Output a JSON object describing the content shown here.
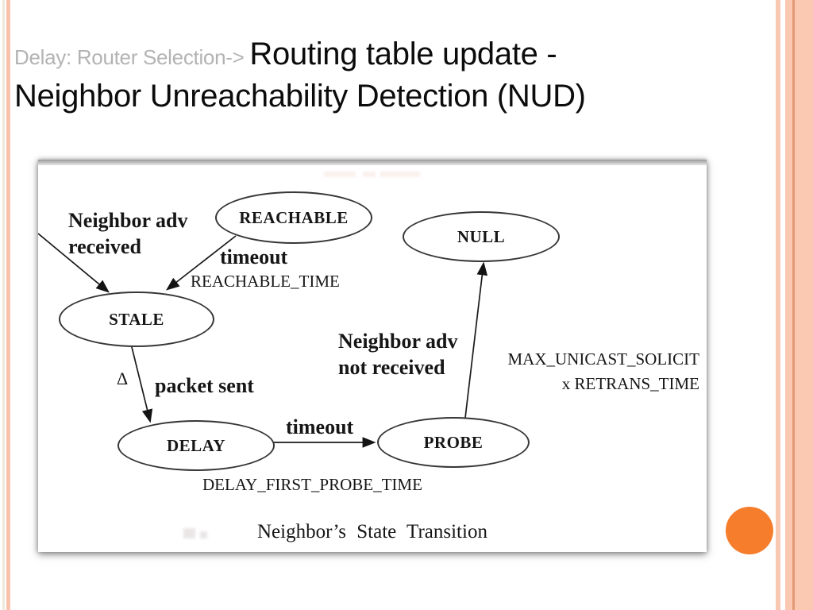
{
  "slide": {
    "title": {
      "prefix": "Delay: Router Selection-> ",
      "main_line1": "Routing table update -",
      "main_line2": "Neighbor Unreachability Detection (NUD)",
      "prefix_color": "#b3b3b3",
      "main_color": "#0c0c0c"
    }
  },
  "diagram": {
    "caption": "Neighbor’s State  Transition",
    "nodes": [
      {
        "label": "REACHABLE"
      },
      {
        "label": "NULL"
      },
      {
        "label": "STALE"
      },
      {
        "label": "DELAY"
      },
      {
        "label": "PROBE"
      }
    ],
    "labels": [
      {
        "text": "Neighbor adv\nreceived"
      },
      {
        "text": "timeout"
      },
      {
        "text": "REACHABLE_TIME"
      },
      {
        "text": "Δ"
      },
      {
        "text": "packet sent"
      },
      {
        "text": "timeout"
      },
      {
        "text": "DELAY_FIRST_PROBE_TIME"
      },
      {
        "text": "Neighbor adv\nnot received"
      },
      {
        "text": "MAX_UNICAST_SOLICIT\nx RETRANS_TIME"
      }
    ]
  },
  "decor": {
    "left_stripe_pale": "#f1e8dc",
    "left_stripe_pink": "#f9c2ad",
    "right_stripe_small": "#f9c8b2",
    "right_stripe_large": "#fbc9b1",
    "right_stripe_line": "#e29a74",
    "circle_color": "#f57d2c"
  }
}
